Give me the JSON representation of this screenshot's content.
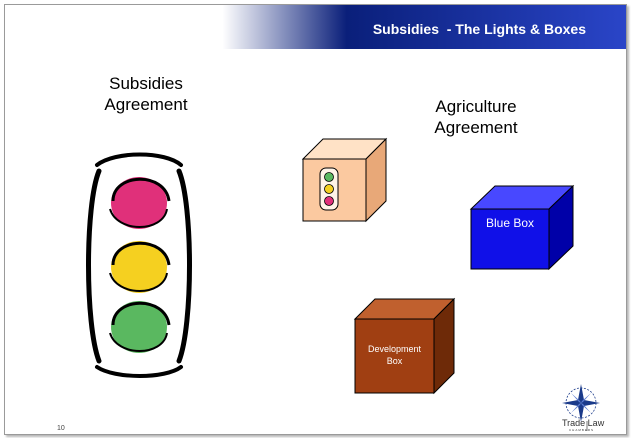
{
  "slide": {
    "title": "Subsidies  - The Lights & Boxes",
    "page_number": "10"
  },
  "left": {
    "heading_line1": "Subsidies",
    "heading_line2": "Agreement"
  },
  "right": {
    "heading_line1": "Agriculture",
    "heading_line2": "Agreement"
  },
  "boxes": {
    "blue_label": "Blue Box",
    "development_label_line1": "Development",
    "development_label_line2": "Box"
  },
  "logo": {
    "text": "Trade Law",
    "subtext": "CHAMBERS"
  },
  "colors": {
    "title_bar_start": "#0a1f7a",
    "title_bar_end": "#2a45c8",
    "red_light": "#e0307a",
    "amber_light": "#f5d020",
    "green_light": "#5ab860",
    "amber_box_face": "#fbc9a0",
    "blue_box": "#1010e8",
    "development_box": "#a03f12"
  }
}
